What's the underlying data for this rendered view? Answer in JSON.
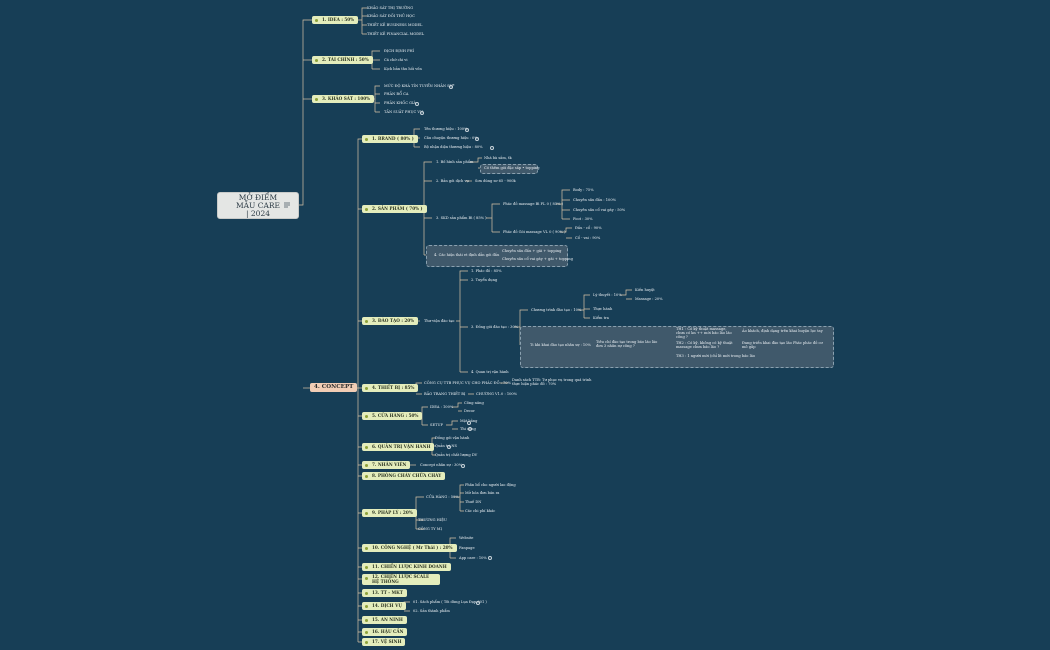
{
  "root": {
    "title": "MỞ ĐIỂM MẪU CARE | 2024",
    "icon": "note-icon"
  },
  "main_branch": {
    "label": "4. CONCEPT"
  },
  "top_branches": [
    {
      "label": "1. IDEA : 50%",
      "children": [
        "KHẢO SÁT THỊ TRƯỜNG",
        "KHẢO SÁT ĐỐI THỦ HỌC",
        "THIẾT KẾ BUSINESS MODEL",
        "THIẾT KẾ FINANCIAL MODEL"
      ]
    },
    {
      "label": "2. TÀI CHÍNH : 50%",
      "children": [
        "ĐỊCH ĐỊNH PHÍ",
        "Cá chờ chi vi",
        "Kịch bản thu hồi vốn"
      ]
    },
    {
      "label": "3. KHẢO SÁT : 100%",
      "children": [
        "MỨC ĐỘ KHÁ TÍN TUYỂN NHÂN SỰ*",
        "PHÂN BỔ CA",
        "PHÂN KHỐC GIÁ",
        "TẦN SUẤT PHỤC VỤ"
      ]
    }
  ],
  "brand": {
    "label": "1. BRAND ( 80% )",
    "children": [
      "Tên thương hiệu : 100%",
      "Câu chuyện thương hiệu : 0%",
      "Bộ nhận diện thương hiệu : 80%"
    ]
  },
  "san_pham": {
    "label": "2. SẢN PHẨM ( 70% )",
    "c1": "1. Bố hình sản phẩm",
    "c1a": "Nhà bà sắm, tk",
    "c1b": "Có thêm gói đặc sắp • topping",
    "c2": "2. Bản gói dịch vụ",
    "c2a": "Sơn dùng sơ 65 - 900k",
    "c3": "3. SKD sản phẩm Bì ( 85% )",
    "c3a": "Phác đồ massage Bì FL 0 ( 85% )",
    "c3a_items": [
      "Body : 75%",
      "Chuyên sâu đầu : 100%",
      "Chuyên sâu cổ vai gáy : 50%",
      "Foot : 30%"
    ],
    "c3b": "Phác đồ Gói massage VL 0 ( 90% )",
    "c3b_items": [
      "Đầu - cổ : 90%",
      "Cổ - vai : 90%"
    ],
    "c4": "4. Các hiện thái et định dẫn gói đầu",
    "c4_items": [
      "Chuyên sâu đầu + gãi + topping",
      "Chuyên sâu cổ vai gáy + gãi + topping"
    ]
  },
  "dao_tao": {
    "label": "3. ĐÀO TẠO : 20%",
    "sub": "Thư viện đào tạo",
    "items": [
      "1. Phác đồ : 85%",
      "2. Tuyển dụng",
      "3. Đồng gói đào tạo : 30%",
      "4. Quan trị vận hành"
    ],
    "ct": "Chương trình đào tạo : 10%",
    "lt": "Lý thuyết : 10%",
    "lt_items": [
      "Kiến huyệt",
      "Massage : 20%"
    ],
    "th": "Thực hành",
    "kt": "Kiểm tra",
    "tt": "Ti khi khai đào tạo nhân sự : 10%",
    "tt_sub": "Tiêu chí đào tạo trong báo lão lão đơn 3 nhân sự công ?",
    "q1": "TH1 : Có kỹ thuật massage, chưa có kn ++ mới báo lão lão công ?",
    "q1a": "Áo khách, định dạng trên khai huyện lục tay",
    "q2": "TH2 : Có kỹ, không có kỹ thuật massage chưa báo lão ?",
    "q2a": "Đang triển khai đào tạo lão Phác phác đồ cơ mô gấp",
    "q3": "TH3 : 1 người mới (chỉ lít mới trong báo lão"
  },
  "lower": [
    {
      "label": "4. THIẾT BỊ : 85%",
      "children": [
        "CÔNG CỤ TTB PHỤC VỤ CHO PHÁC ĐỒ : 70%",
        "BẢO TRANG THIẾT BỊ"
      ],
      "extra": [
        "Danh sách TTB: Tư phục vụ trong quá trình thực hiện phác đồ : 70%",
        "CHƯƠNG V1.0 : 100%"
      ]
    },
    {
      "label": "5. CỬA HÀNG : 50%",
      "children": [
        "IDEA : 100%",
        "SETUP"
      ],
      "extra": [
        "Công năng",
        "Decor",
        "Mặt bằng",
        "Thi công"
      ]
    },
    {
      "label": "6. QUẢN TRỊ VẬN HÀNH",
      "children": [
        "Đồng gói vận hành",
        "Quản trị NS",
        "Quản trị chất lượng DV"
      ]
    },
    {
      "label": "7. NHÂN VIÊN",
      "children": [
        "Concept nhân sự : 30%"
      ]
    },
    {
      "label": "8. PHÒNG CHÁY CHỮA CHÁY",
      "children": []
    },
    {
      "label": "9. PHÁP LÝ : 20%",
      "children": [
        "CỬA HÀNG : 50%",
        "THƯƠNG HIỆU",
        "CÔNG TY MỊ"
      ],
      "extra": [
        "Phân bổ cho người lao động",
        "Mở hóa đơn bán ra",
        "Thuế DN",
        "Các chi phí khác"
      ]
    },
    {
      "label": "10. CÔNG NGHỆ ( Mr Thái ) : 20%",
      "children": [
        "Website",
        "Fanpage",
        "App care : 10%"
      ]
    },
    {
      "label": "11. CHIẾN LƯỢC KINH DOANH",
      "children": []
    },
    {
      "label": "12. CHIẾN LƯỢC SCALE HỆ THỐNG",
      "children": []
    },
    {
      "label": "13. TT - MKT",
      "children": []
    },
    {
      "label": "14. DỊCH VỤ",
      "children": [
        "01. Sách phẩm ( Tôi dùng Lụa Đẹp 001 )",
        "02. Sản thành phẩm"
      ]
    },
    {
      "label": "15. AN NINH",
      "children": []
    },
    {
      "label": "16. HẬU CẦN",
      "children": []
    },
    {
      "label": "17. VỆ SINH",
      "children": []
    }
  ],
  "colors": {
    "background": "#173e56",
    "line": "#e9c9a8",
    "branch": "#e4edbc",
    "main": "#f1cdb5"
  }
}
